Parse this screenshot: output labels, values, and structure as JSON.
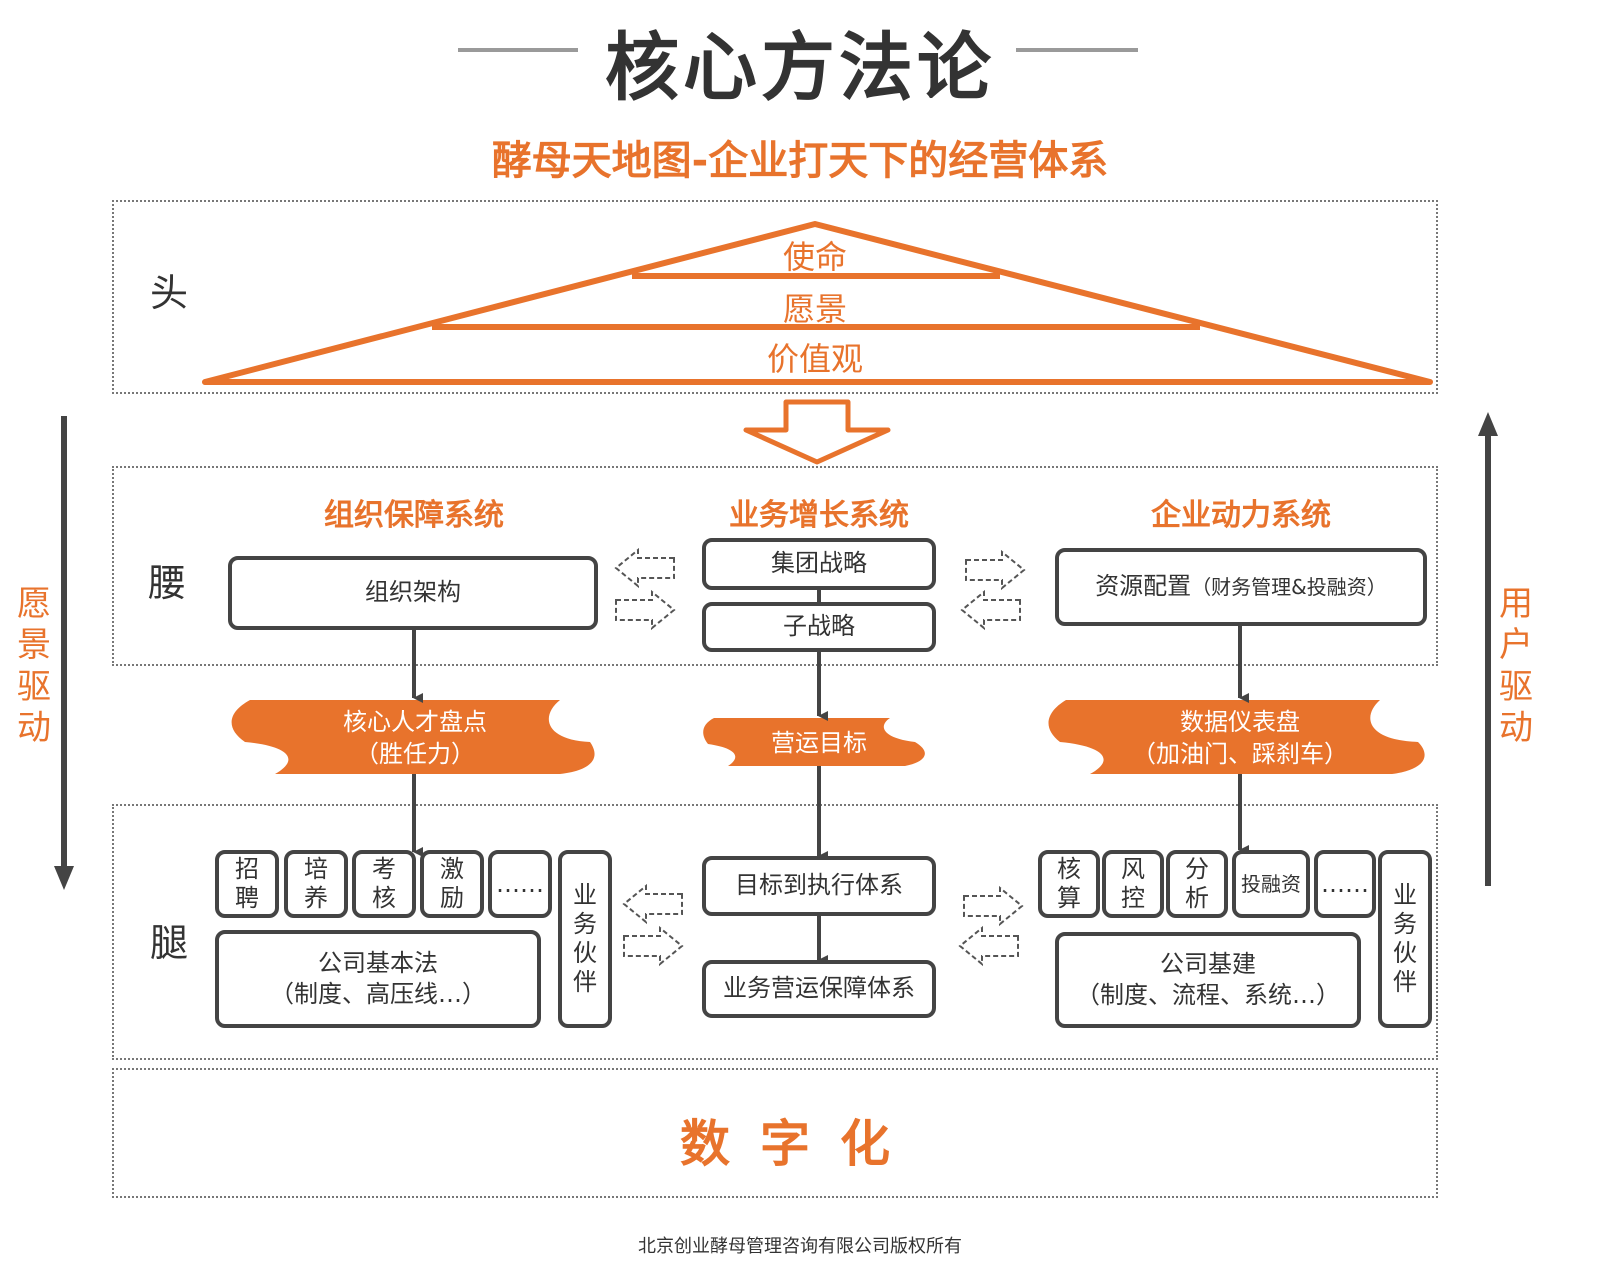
{
  "title": "核心方法论",
  "subtitle": "酵母天地图-企业打天下的经营体系",
  "zones": {
    "head": "头",
    "waist": "腰",
    "legs": "腿"
  },
  "pyramid": {
    "top": "使命",
    "middle": "愿景",
    "bottom": "价值观"
  },
  "side_left": "愿景驱动",
  "side_right": "用户驱动",
  "org_system": {
    "heading": "组织保障系统",
    "structure": "组织架构",
    "cloud_line1": "核心人才盘点",
    "cloud_line2": "（胜任力）",
    "small_items": [
      "招聘",
      "培养",
      "考核",
      "激励",
      "……"
    ],
    "law_line1": "公司基本法",
    "law_line2": "（制度、高压线…）",
    "partner": "业务伙伴"
  },
  "biz_system": {
    "heading": "业务增长系统",
    "strategy": "集团战略",
    "sub_strategy": "子战略",
    "cloud": "营运目标",
    "execution": "目标到执行体系",
    "operation": "业务营运保障体系"
  },
  "power_system": {
    "heading": "企业动力系统",
    "resource_main": "资源配置",
    "resource_sub": "（财务管理&投融资）",
    "cloud_line1": "数据仪表盘",
    "cloud_line2": "（加油门、踩刹车）",
    "small_items": [
      "核算",
      "风控",
      "分析",
      "投融资",
      "……"
    ],
    "infra_line1": "公司基建",
    "infra_line2": "（制度、流程、系统…）",
    "partner": "业务伙伴"
  },
  "digital": "数字化",
  "footer": "北京创业酵母管理咨询有限公司版权所有",
  "colors": {
    "accent": "#e8732c",
    "dark": "#444444"
  }
}
